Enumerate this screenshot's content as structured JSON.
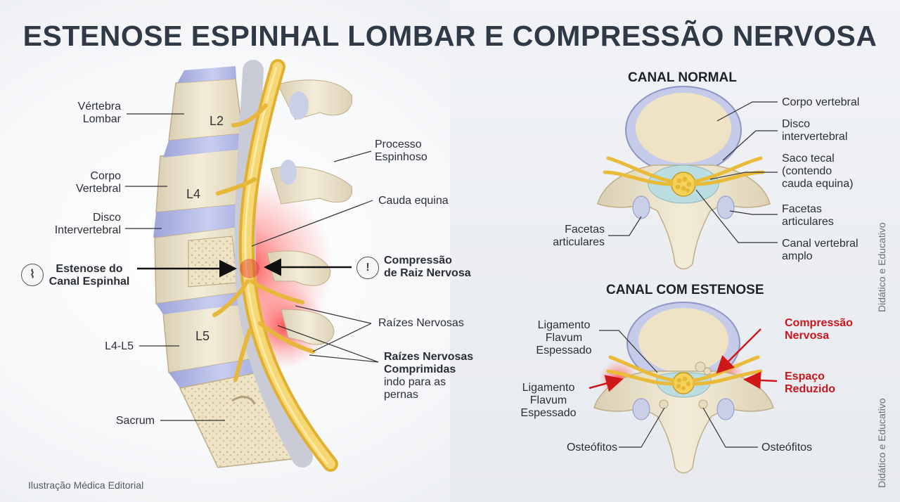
{
  "title": "ESTENOSE ESPINHAL LOMBAR E COMPRESSÃO NERVOSA",
  "spine": {
    "vertebra_labels": [
      "L2",
      "L4",
      "L5"
    ],
    "labels_left": {
      "vertebra_lombar": "Vértebra\nLombar",
      "corpo_vertebral": "Corpo\nVertebral",
      "disco_intervertebral": "Disco\nIntervertebral",
      "estenose": "Estenose do\nCanal Espinhal",
      "l4_l5": "L4-L5",
      "sacrum": "Sacrum"
    },
    "labels_right": {
      "processo_espinhoso": "Processo\nEspinhoso",
      "cauda_equina": "Cauda equina",
      "compressao_raiz": "Compressão\nde Raiz Nervosa",
      "raizes_nervosas": "Raízes Nervosas",
      "raizes_comprimidas_bold": "Raízes Nervosas\nComprimidas",
      "raizes_comprimidas_sub": "indo para as\npernas"
    }
  },
  "normal": {
    "heading": "CANAL NORMAL",
    "corpo_vertebral": "Corpo vertebral",
    "disco": "Disco\nintervertebral",
    "saco_tecal": "Saco tecal\n(contendo\ncauda equina)",
    "facetas_right": "Facetas\narticulares",
    "facetas_left": "Facetas\narticulares",
    "canal_amplo": "Canal vertebral\namplo"
  },
  "stenosis": {
    "heading": "CANAL COM ESTENOSE",
    "ligamento_1": "Ligamento\nFlavum\nEspessado",
    "ligamento_2": "Ligamento\nFlavum\nEspessado",
    "compressao": "Compressão\nNervosa",
    "espaco": "Espaço\nReduzido",
    "osteofitos_left": "Osteófitos",
    "osteofitos_right": "Osteófitos"
  },
  "side_text_1": "Didático e Educativo",
  "side_text_2": "Didático e Educativo",
  "footer": "Ilustração Médica Editorial",
  "colors": {
    "accent_red": "#c8161d",
    "nerve": "#f0c64a",
    "bone": "#efe6cf",
    "disc": "#b9bfe6"
  }
}
